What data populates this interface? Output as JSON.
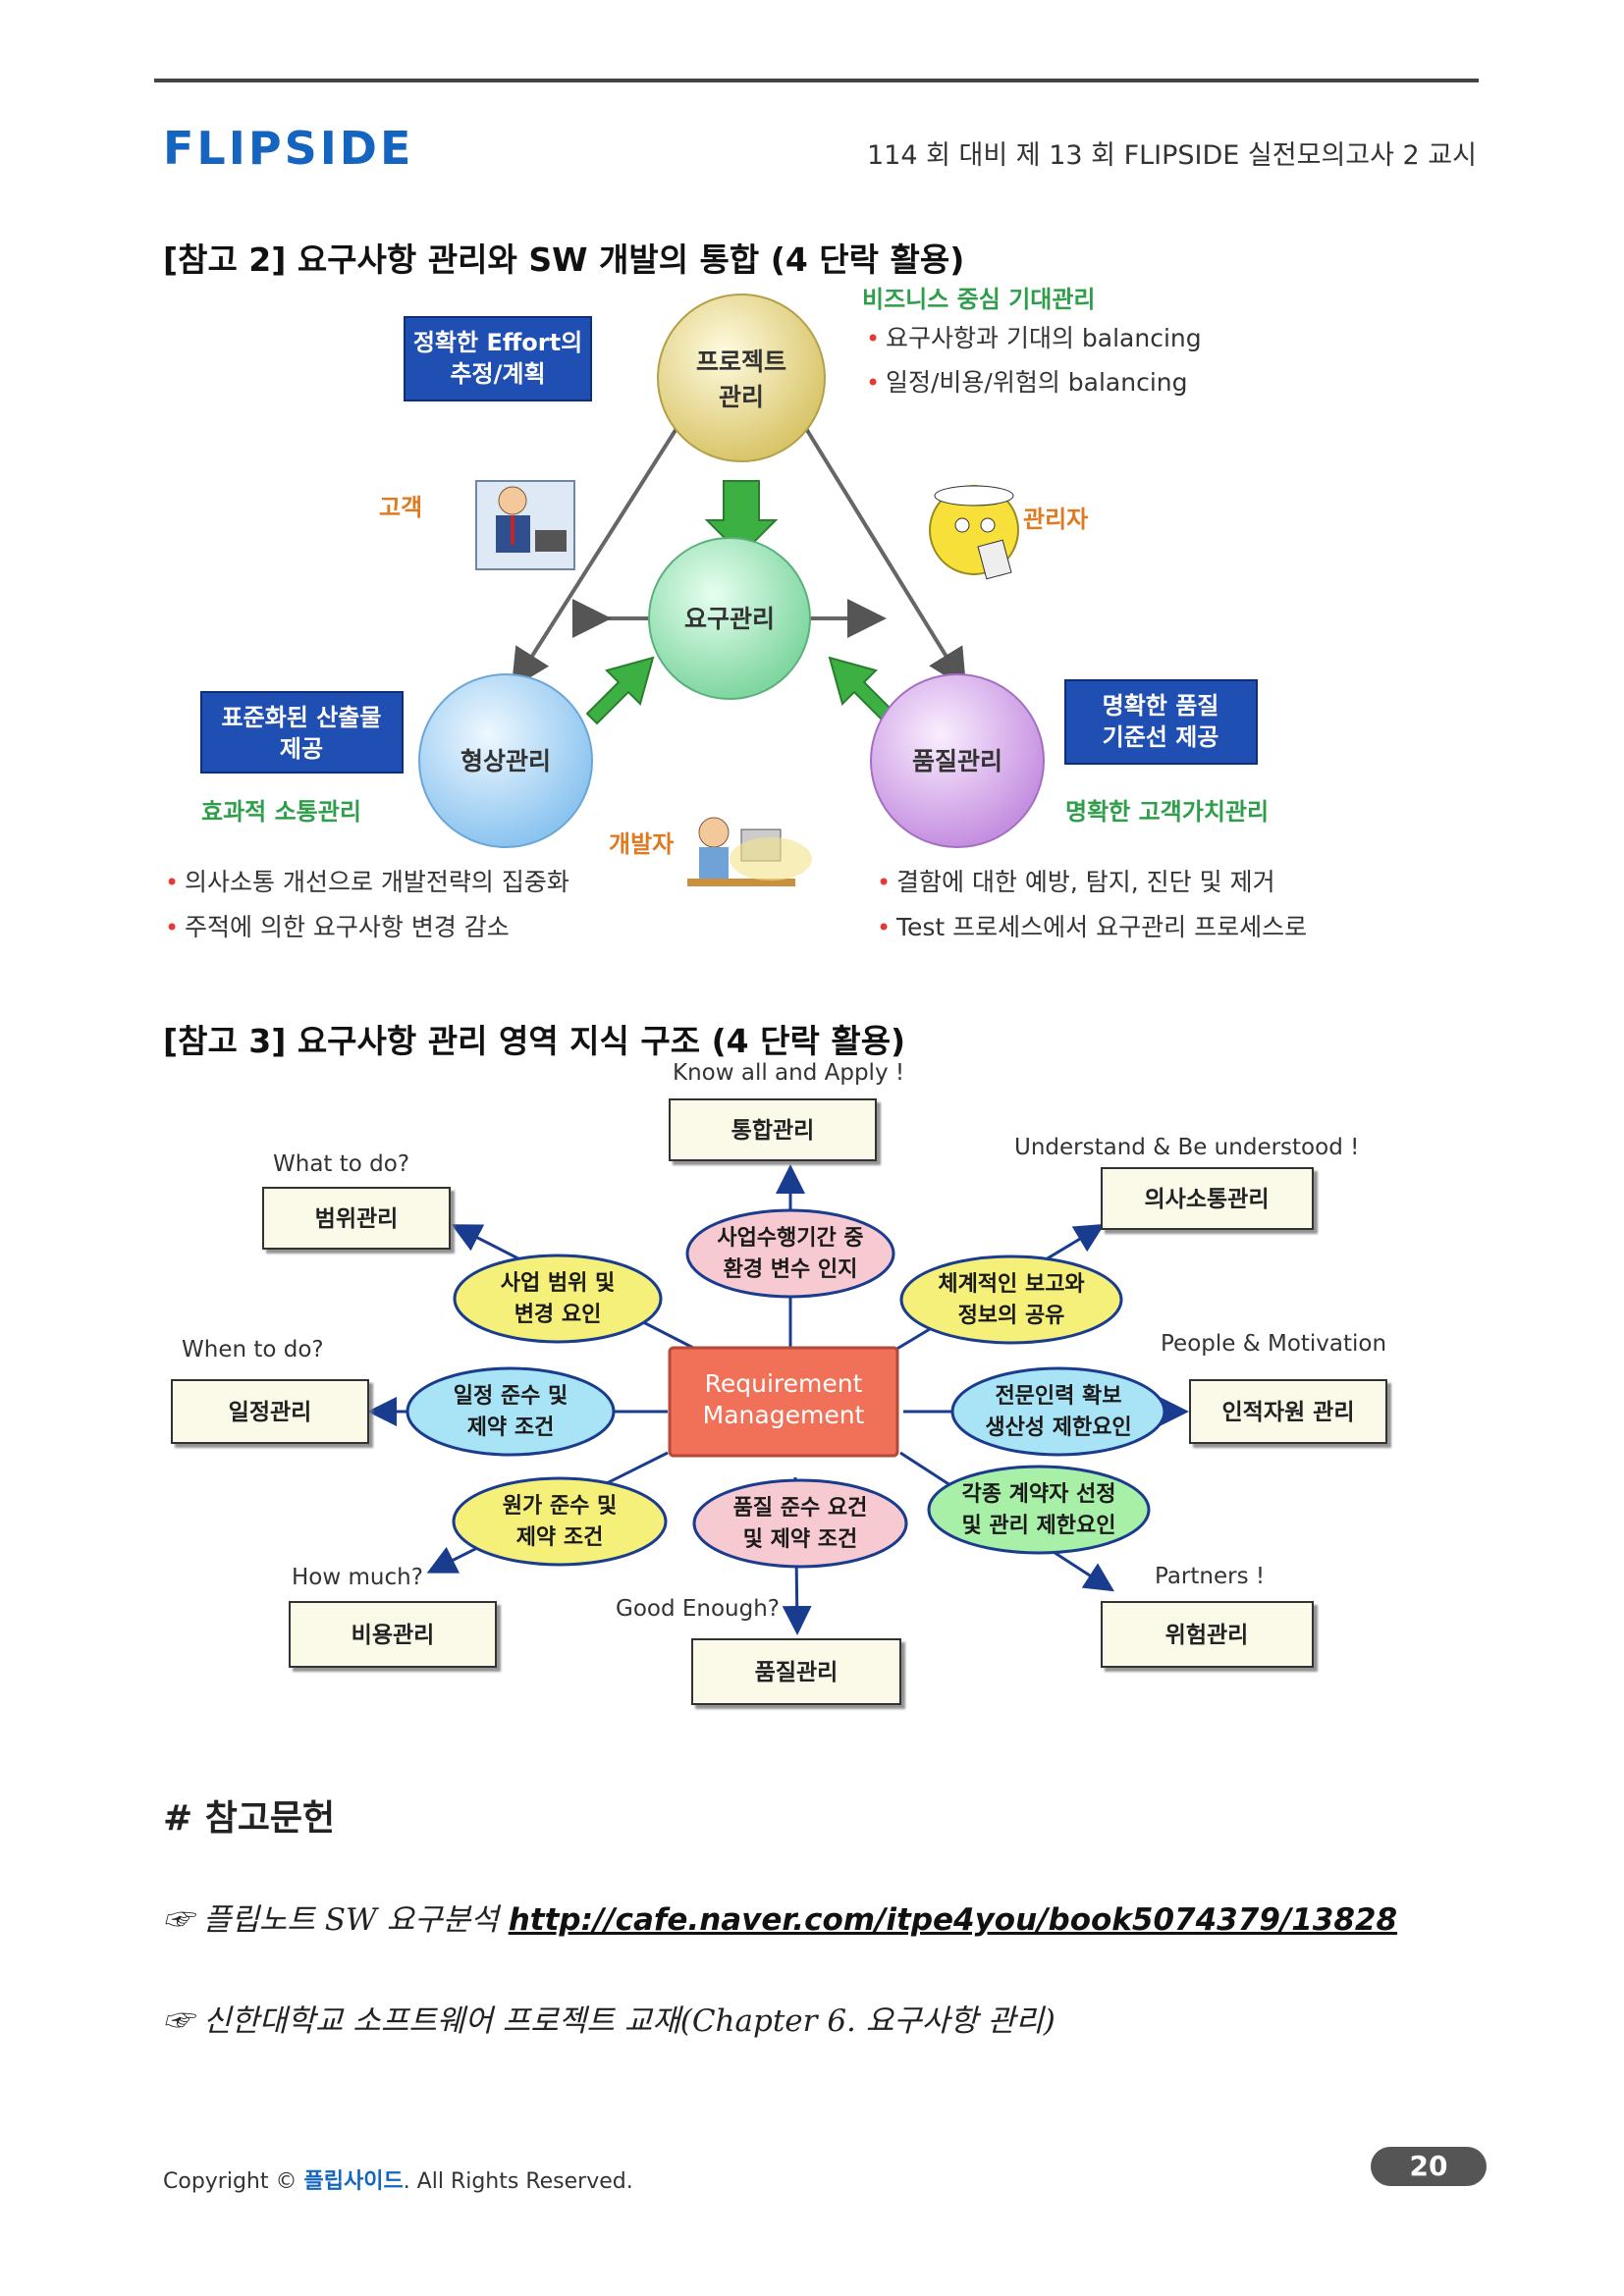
{
  "header": {
    "logo": "FLIPSIDE",
    "exam_title": "114 회 대비 제 13 회 FLIPSIDE 실전모의고사 2 교시"
  },
  "figure2": {
    "title": "[참고 2] 요구사항 관리와 SW 개발의 통합 (4 단락 활용)",
    "circle_top": [
      "프로젝트",
      "관리"
    ],
    "circle_center": "요구관리",
    "circle_left": "형상관리",
    "circle_right": "품질관리",
    "box_top_left": [
      "정확한 Effort의",
      "추정/계획"
    ],
    "box_left": [
      "표준화된 산출물",
      "제공"
    ],
    "box_right": [
      "명확한 품질",
      "기준선 제공"
    ],
    "label_customer": "고객",
    "label_manager": "관리자",
    "label_developer": "개발자",
    "business_title": "비즈니스 중심 기대관리",
    "business_items": [
      "요구사항과 기대의 balancing",
      "일정/비용/위험의 balancing"
    ],
    "comm_title": "효과적 소통관리",
    "comm_items": [
      "의사소통 개선으로 개발전략의 집중화",
      "주적에 의한 요구사항 변경 감소"
    ],
    "value_title": "명확한 고객가치관리",
    "value_items": [
      "결함에 대한 예방, 탐지, 진단 및 제거",
      "Test 프로세스에서 요구관리 프로세스로"
    ]
  },
  "figure3": {
    "title": "[참고 3] 요구사항 관리 영역 지식 구조 (4 단락 활용)",
    "center": [
      "Requirement",
      "Management"
    ],
    "areas": {
      "integration": "통합관리",
      "scope": "범위관리",
      "communication": "의사소통관리",
      "schedule": "일정관리",
      "hr": "인적자원 관리",
      "cost": "비용관리",
      "quality": "품질관리",
      "risk": "위험관리"
    },
    "captions": {
      "integration": "Know all and Apply !",
      "scope": "What to do?",
      "communication": "Understand & Be understood !",
      "schedule": "When to do?",
      "hr": "People & Motivation",
      "cost": "How much?",
      "quality": "Good Enough?",
      "risk": "Partners !"
    },
    "factors": {
      "integration": [
        "사업수행기간 중",
        "환경 변수 인지"
      ],
      "scope": [
        "사업 범위 및",
        "변경 요인"
      ],
      "communication": [
        "체계적인 보고와",
        "정보의 공유"
      ],
      "schedule": [
        "일정 준수 및",
        "제약 조건"
      ],
      "hr": [
        "전문인력 확보",
        "생산성 제한요인"
      ],
      "cost": [
        "원가 준수 및",
        "제약 조건"
      ],
      "quality": [
        "품질 준수 요건",
        "및 제약 조건"
      ],
      "risk": [
        "각종 계약자 선정",
        "및 관리 제한요인"
      ]
    }
  },
  "references": {
    "title": "# 참고문헌",
    "item1_text": "☞ 플립노트 SW 요구분석 ",
    "item1_link": "http://cafe.naver.com/itpe4you/book5074379/13828",
    "item2_text": "☞ 신한대학교 소프트웨어 프로젝트 교재(Chapter 6. 요구사항 관리)"
  },
  "footer": {
    "copyright_prefix": "Copyright © ",
    "brand": "플립사이드",
    "copyright_suffix": ". All Rights Reserved.",
    "page": "20"
  }
}
